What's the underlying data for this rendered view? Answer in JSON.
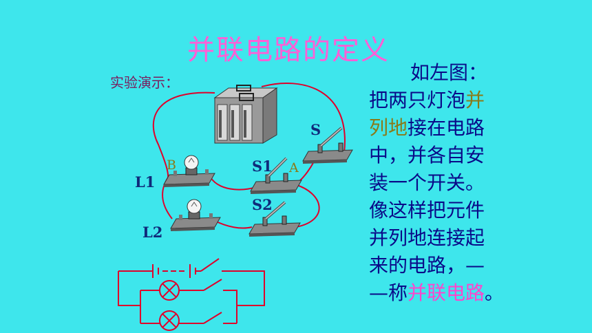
{
  "slide": {
    "title": "并联电路的定义",
    "demo_label": "实验演示：",
    "description": {
      "line1": "如左图：",
      "line2_a": "把两只灯泡",
      "line2_b": "并",
      "line3_a": "列地",
      "line3_b": "接在电路",
      "line4": "中，并各自安",
      "line5": "装一个开关。",
      "line6": "像这样把元件",
      "line7": "并列地连接起",
      "line8": "来的电路，—",
      "line9_a": "—称",
      "line9_b": "并联电路",
      "line9_c": "。"
    },
    "labels": {
      "s": "S",
      "s1": "S1",
      "s2": "S2",
      "a": "A",
      "b": "B",
      "l1": "L1",
      "l2": "L2"
    },
    "colors": {
      "background": "#3ee6ec",
      "title": "#ff5fd6",
      "wire": "#e0002a",
      "text": "#0a0a88"
    }
  }
}
